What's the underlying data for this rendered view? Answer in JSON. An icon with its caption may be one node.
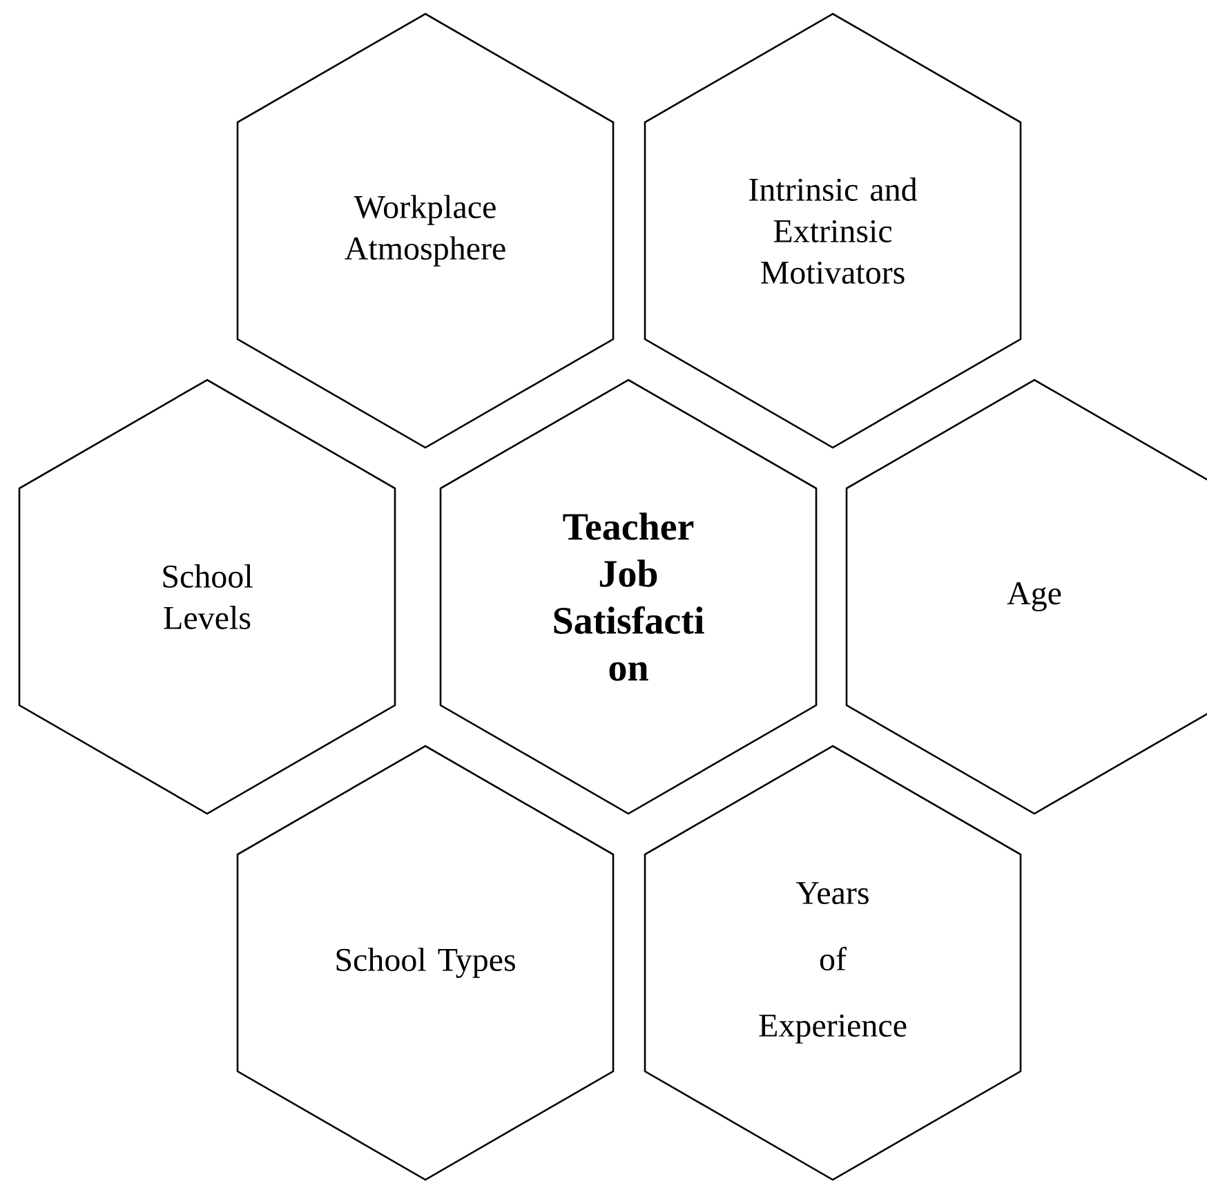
{
  "diagram": {
    "nodes": [
      {
        "text": [
          "Workplace Atmosphere"
        ]
      },
      {
        "text": [
          "Intrinsic and Extrinsic Motivators"
        ]
      },
      {
        "text": [
          "School Levels"
        ]
      },
      {
        "text": [
          "**Teacher Job Satisfacti on**"
        ]
      },
      {
        "text": [
          "Age"
        ]
      },
      {
        "text": [
          "School Types"
        ]
      },
      {
        "text": [
          "Years of Experience"
        ]
      }
    ]
  }
}
